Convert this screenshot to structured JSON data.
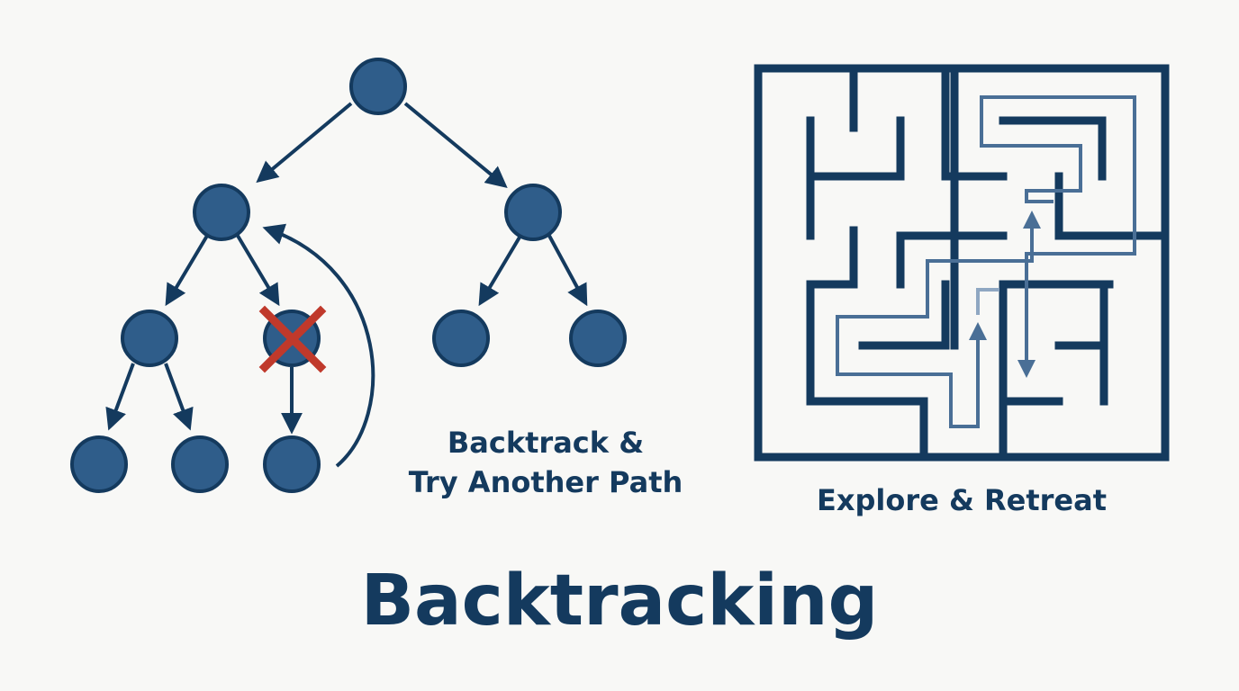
{
  "theme": {
    "background": "#f8f8f6",
    "primary": "#143a5e",
    "node_fill": "#2f5d8a",
    "path_color": "#4a6f96",
    "path_light": "#8fa7c2",
    "dead_end": "#c0392b"
  },
  "tree": {
    "caption_line1": "Backtrack &",
    "caption_line2": "Try Another Path",
    "dead_end_icon": "cross-mark-icon",
    "backtrack_icon": "curved-return-arrow-icon"
  },
  "maze": {
    "caption": "Explore & Retreat"
  },
  "title": "Backtracking"
}
